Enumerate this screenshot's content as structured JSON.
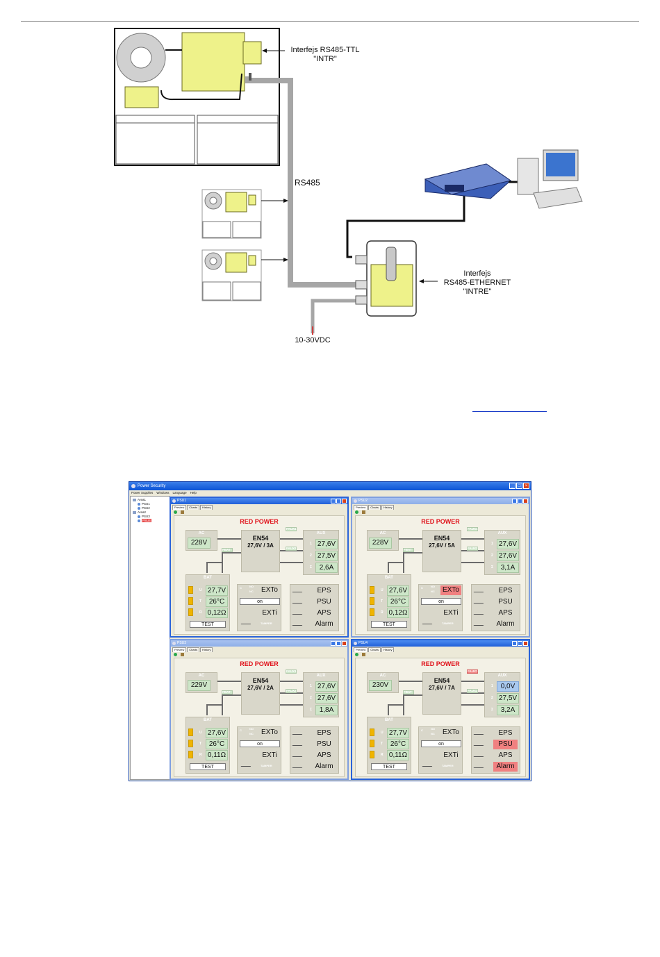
{
  "diagram": {
    "label_intr": "Interfejs RS485-TTL\n\"INTR\"",
    "label_rs485": "RS485",
    "label_intre": "Interfejs\nRS485-ETHERNET\n\"INTRE\"",
    "label_supply": "10-30VDC"
  },
  "app": {
    "title": "Power Security",
    "menu": [
      "Power Supplies",
      "Windows",
      "Language",
      "Help"
    ],
    "tree": [
      {
        "label": "Area1",
        "kind": "folder"
      },
      {
        "label": "PSU1",
        "kind": "unit"
      },
      {
        "label": "PSU2",
        "kind": "unit"
      },
      {
        "label": "Area2",
        "kind": "folder"
      },
      {
        "label": "PSU3",
        "kind": "unit"
      },
      {
        "label": "PSU4",
        "kind": "unit",
        "selected": true
      }
    ],
    "tabs": [
      "Preview",
      "Charts",
      "History"
    ],
    "labels": {
      "brand": "RED POWER",
      "ac": "AC",
      "aux": "AUX",
      "bat": "BAT",
      "faux1": "FAUX1",
      "faux2": "FAUX2",
      "fbat": "FBAT",
      "u": "U",
      "t": "T",
      "r": "R",
      "aux_1": "1",
      "aux_2": "2",
      "aux_i": "Σ",
      "test": "TEST",
      "on": "on",
      "exto": "EXTo",
      "exti": "EXTi",
      "tamper": "TAMPER",
      "c": "C",
      "no": "NO",
      "nc": "NC",
      "eps": "EPS",
      "psu": "PSU",
      "aps": "APS",
      "alarm": "Alarm"
    },
    "windows": [
      {
        "title": "PSU1",
        "model": "EN54",
        "rating": "27,6V / 3A",
        "ac": "228V",
        "aux1": "27,6V",
        "aux2": "27,5V",
        "aux_current": "2,6A",
        "bat_u": "27,7V",
        "bat_t": "26°C",
        "bat_r": "0,12Ω"
      },
      {
        "title": "PSU2",
        "model": "EN54",
        "rating": "27,6V / 5A",
        "ac": "228V",
        "aux1": "27,6V",
        "aux2": "27,6V",
        "aux_current": "3,1A",
        "bat_u": "27,6V",
        "bat_t": "26°C",
        "bat_r": "0,12Ω"
      },
      {
        "title": "PSU3",
        "model": "EN54",
        "rating": "27,6V / 2A",
        "ac": "229V",
        "aux1": "27,6V",
        "aux2": "27,6V",
        "aux_current": "1,8A",
        "bat_u": "27,6V",
        "bat_t": "26°C",
        "bat_r": "0,11Ω"
      },
      {
        "title": "PSU4",
        "model": "EN54",
        "rating": "27,6V / 7A",
        "ac": "230V",
        "aux1": "0,0V",
        "aux2": "27,5V",
        "aux_current": "3,2A",
        "bat_u": "27,7V",
        "bat_t": "26°C",
        "bat_r": "0,11Ω"
      }
    ],
    "colors": {
      "ok": "#cde6c8",
      "alarm": "#f08080",
      "fault": "#a9c9ef",
      "brand": "#e0121a",
      "battery": "#f0b400"
    }
  }
}
